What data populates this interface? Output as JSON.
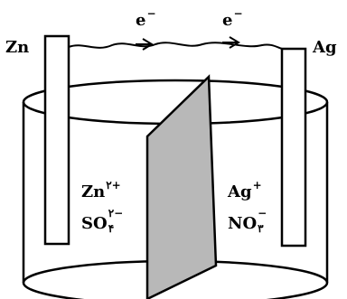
{
  "diagram": {
    "anode_label": "Zn",
    "cathode_label": "Ag",
    "electron_label_1": "e",
    "electron_label_2": "e",
    "electron_charge": "−",
    "left_solution": {
      "cation_base": "Zn",
      "cation_charge": "۲+",
      "anion_base": "SO",
      "anion_charge": "۲−",
      "anion_subscript": "۴"
    },
    "right_solution": {
      "cation_base": "Ag",
      "cation_charge": "+",
      "anion_base": "NO",
      "anion_charge": "−",
      "anion_subscript": "۳"
    },
    "colors": {
      "line": "#000000",
      "separator_fill": "#b8b8b8",
      "background": "#ffffff"
    }
  }
}
